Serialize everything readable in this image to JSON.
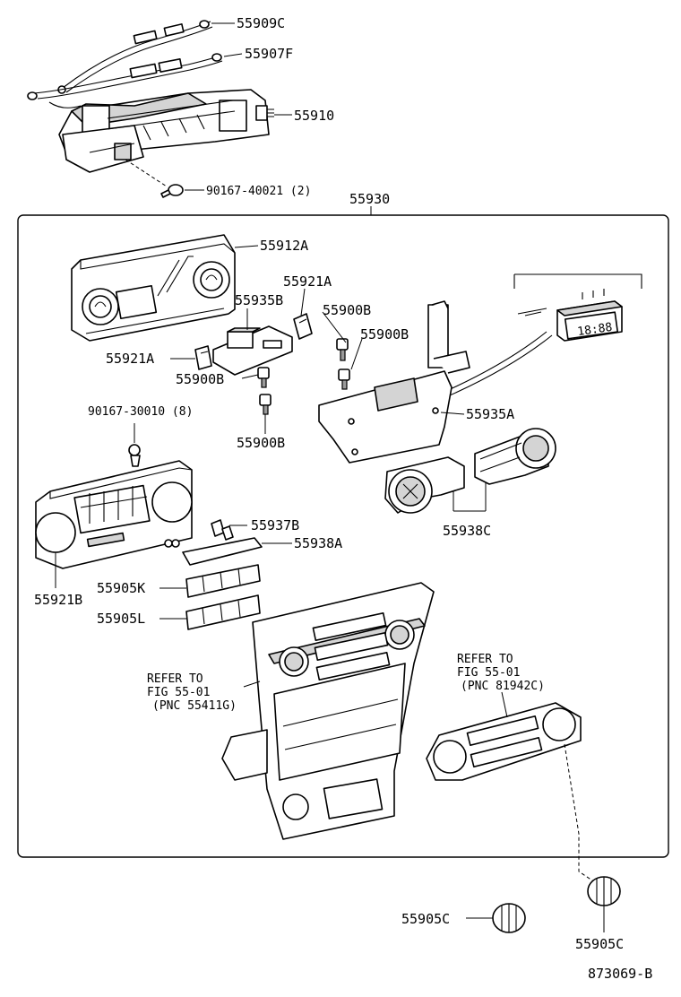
{
  "callouts": [
    {
      "id": "c-55909c",
      "text": "55909C"
    },
    {
      "id": "c-55907f",
      "text": "55907F"
    },
    {
      "id": "c-55910",
      "text": "55910"
    },
    {
      "id": "c-90167-40021",
      "text": "90167-40021 (2)"
    },
    {
      "id": "c-55930",
      "text": "55930"
    },
    {
      "id": "c-55912a",
      "text": "55912A"
    },
    {
      "id": "c-55921a-top",
      "text": "55921A"
    },
    {
      "id": "c-55935b",
      "text": "55935B"
    },
    {
      "id": "c-55900b-1",
      "text": "55900B"
    },
    {
      "id": "c-55900b-2",
      "text": "55900B"
    },
    {
      "id": "c-55921a-left",
      "text": "55921A"
    },
    {
      "id": "c-55900b-3",
      "text": "55900B"
    },
    {
      "id": "c-55935a",
      "text": "55935A"
    },
    {
      "id": "c-90167-30010",
      "text": "90167-30010 (8)"
    },
    {
      "id": "c-55900b-4",
      "text": "55900B"
    },
    {
      "id": "c-55938c",
      "text": "55938C"
    },
    {
      "id": "c-55937b",
      "text": "55937B"
    },
    {
      "id": "c-55938a",
      "text": "55938A"
    },
    {
      "id": "c-55921b",
      "text": "55921B"
    },
    {
      "id": "c-55905k",
      "text": "55905K"
    },
    {
      "id": "c-55905l",
      "text": "55905L"
    },
    {
      "id": "c-55905c-left",
      "text": "55905C"
    },
    {
      "id": "c-55905c-right",
      "text": "55905C"
    }
  ],
  "refer_left": [
    "REFER TO",
    "FIG 55-01",
    "(PNC 55411G)"
  ],
  "refer_right": [
    "REFER TO",
    "FIG 55-01",
    "(PNC 81942C)"
  ],
  "display_readout": "18:88",
  "diagram_number": "873069-B"
}
